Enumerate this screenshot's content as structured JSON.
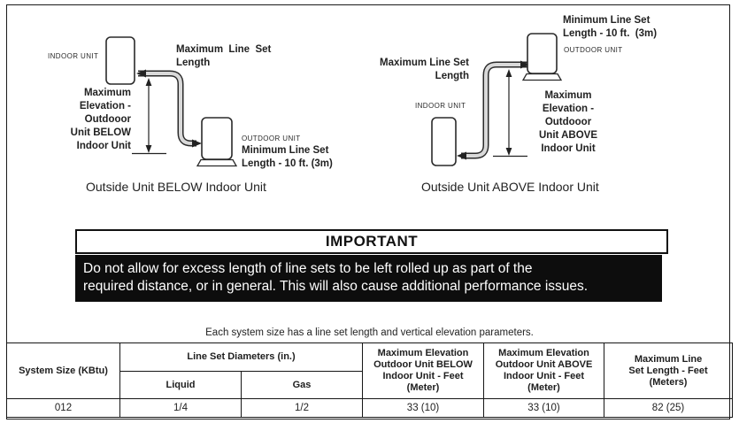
{
  "page": {
    "bg": "#ffffff",
    "border_color": "#1a1a1a",
    "pipe_fill": "#d9d9d9",
    "line_color": "#242424"
  },
  "diagram_below": {
    "indoor_unit_label": "INDOOR UNIT",
    "max_line_set_label": "Maximum  Line  Set\nLength",
    "elevation_label": "Maximum\nElevation -\nOutdooor\nUnit BELOW\nIndoor Unit",
    "outdoor_unit_label": "OUTDOOR UNIT",
    "min_line_set_label": "Minimum Line Set\nLength - 10 ft. (3m)",
    "caption": "Outside Unit BELOW Indoor Unit"
  },
  "diagram_above": {
    "min_line_set_label": "Minimum Line Set\nLength - 10 ft.  (3m)",
    "outdoor_unit_label": "OUTDOOR UNIT",
    "max_line_set_label": "Maximum Line Set\nLength",
    "indoor_unit_label": "INDOOR UNIT",
    "elevation_label": "Maximum\nElevation -\nOutdooor\nUnit ABOVE\nIndoor Unit",
    "caption": "Outside Unit ABOVE Indoor Unit"
  },
  "important": {
    "title": "IMPORTANT",
    "body": "Do not allow for excess length of line sets to be left rolled up as part of the\nrequired distance, or in general. This will also cause additional performance issues.",
    "bg": "#0d0d0d",
    "fg": "#ffffff"
  },
  "table": {
    "caption": "Each system size has a line set length and vertical elevation parameters.",
    "headers": {
      "system_size": "System Size (KBtu)",
      "line_set_diameters": "Line Set Diameters (in.)",
      "liquid": "Liquid",
      "gas": "Gas",
      "max_elev_below": "Maximum Elevation\nOutdoor Unit BELOW\nIndoor Unit - Feet\n(Meter)",
      "max_elev_above": "Maximum Elevation\nOutdoor Unit ABOVE\nIndoor Unit - Feet\n(Meter)",
      "max_line_set": "Maximum Line\nSet Length - Feet\n(Meters)"
    },
    "rows": [
      [
        "012",
        "1/4",
        "1/2",
        "33 (10)",
        "33 (10)",
        "82 (25)"
      ]
    ]
  }
}
